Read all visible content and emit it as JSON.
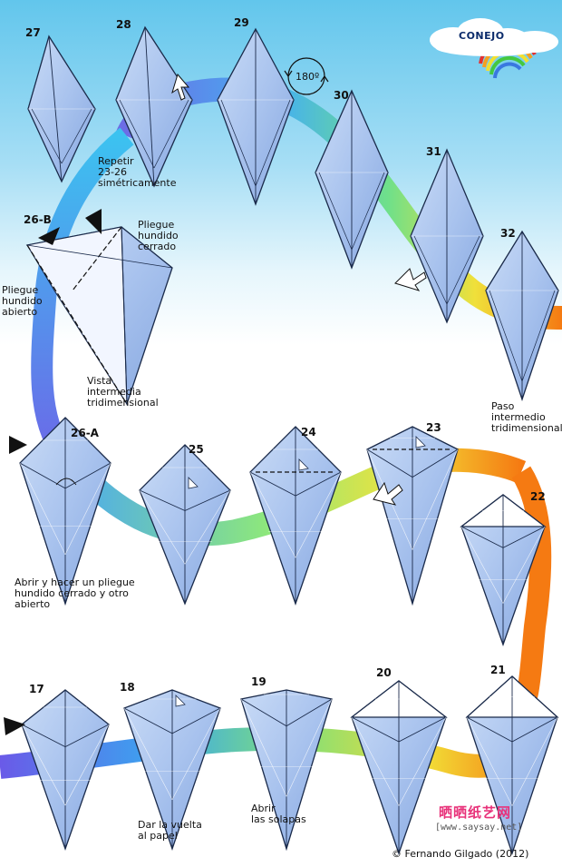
{
  "title": "CONEJO",
  "rotation": "180º",
  "steps": [
    "27",
    "28",
    "29",
    "30",
    "31",
    "32",
    "26-B",
    "26-A",
    "25",
    "24",
    "23",
    "22",
    "17",
    "18",
    "19",
    "20",
    "21"
  ],
  "labels": {
    "repeat": "Repetir\n23-26\nsimétricamente",
    "closed_sink": "Pliegue\nhundido\ncerrado",
    "open_sink": "Pliegue\nhundido\nabierto",
    "intermediate_3d": "Vista\nintermedia\ntridimensional",
    "intermediate_step": "Paso\nintermedio\ntridimensional",
    "open_and_sink": "Abrir y hacer un pliegue\nhundido cerrado y otro\nabierto",
    "turn_over": "Dar la vuelta\nal papel",
    "open_flaps": "Abrir\nlas solapas"
  },
  "watermark": "晒晒纸艺网",
  "url": "[www.saysay.net]",
  "copyright": "Fernando Gilgado (2012)",
  "colors": {
    "paper": "#a9c3ee",
    "sky": "#62c6ec",
    "line": "#1a2a4a"
  }
}
